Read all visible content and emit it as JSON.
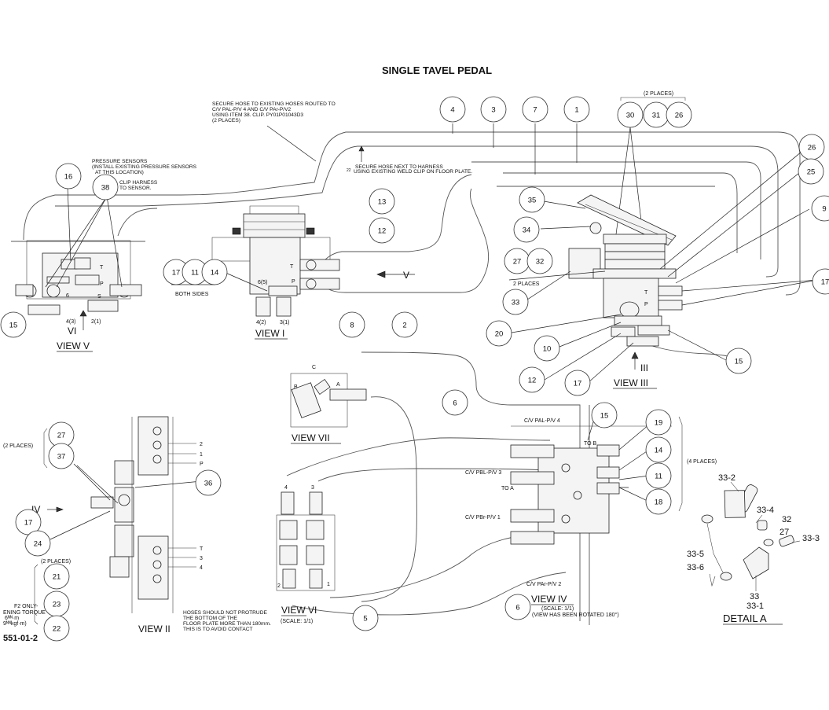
{
  "title": "SINGLE TAVEL PEDAL",
  "drawing_number": "551-01-2",
  "notes": {
    "secure_hose_1": "SECURE HOSE TO EXISTING HOSES ROUTED TO",
    "secure_hose_2": "C/V PAL-P/V 4 AND C/V PAr-P/V2",
    "secure_hose_3": "USING ITEM 38. CLIP. PY01P01043D3",
    "secure_hose_4": "(2 PLACES)",
    "pressure_1": "PRESSURE SENSORS",
    "pressure_2": "(INSTALL EXISTING PRESSURE SENSORS",
    "pressure_3": "AT THIS LOCATION)",
    "clip_1": "CLIP HARNESS",
    "clip_2": "TO SENSOR.",
    "harness_1": "SECURE HOSE NEXT TO HARNESS",
    "harness_2": "USING EXISTING WELD CLIP ON FLOOR PLATE.",
    "harness_num": "22",
    "both_sides": "BOTH SIDES",
    "two_places_top": "(2 PLACES)",
    "two_places_left": "(2 PLACES)",
    "two_places_mid": "(2 PLACES)",
    "two_places_pedal": "2 PLACES",
    "four_places": "(4 PLACES)",
    "f2_only": "F2 ONLY-",
    "torque": "ENING TORQUE",
    "torque_nm": "6ᴺᴺ·m",
    "torque_kgf": "9ᴺᴺkgf·m)",
    "hoses_1": "HOSES SHOULD NOT PROTRUDE",
    "hoses_2": "THE BOTTOM OF THE",
    "hoses_3": "FLOOR PLATE MORE THAN 180mm.",
    "hoses_4": "THIS IS TO AVOID CONTACT"
  },
  "views": {
    "v5": "VIEW V",
    "v1": "VIEW I",
    "v3": "VIEW III",
    "v7": "VIEW VII",
    "v6": "VIEW VI",
    "v6_scale": "(SCALE: 1/1)",
    "v4": "VIEW IV",
    "v4_scale": "(SCALE: 1/1)",
    "v4_rot": "(VIEW HAS BEEN ROTATED 180°)",
    "v2": "VIEW II",
    "detail": "DETAIL A"
  },
  "arrow_labels": {
    "vi": "VI",
    "v": "V",
    "iii": "III",
    "iv": "IV"
  },
  "port_labels": {
    "t": "T",
    "p": "P",
    "s": "S",
    "six": "6",
    "four3": "4(3)",
    "two1": "2(1)",
    "six5": "6(5)",
    "four2": "4(2)",
    "three1": "3(1)",
    "a": "A",
    "b": "B",
    "c": "C",
    "n4": "4",
    "n3": "3",
    "n2": "2",
    "n1": "1",
    "pal": "C/V PAL-P/V 4",
    "pbl": "C/V PBL-P/V 3",
    "pbr": "C/V PBr-P/V 1",
    "par": "C/V PAr-P/V 2",
    "to_b": "TO B",
    "to_a": "TO A",
    "v2_2": "2",
    "v2_1": "1",
    "v2_p": "P",
    "v2_t": "T",
    "v2_3": "3",
    "v2_4": "4"
  },
  "balloons": {
    "b16": "16",
    "b38": "38",
    "b15_left": "15",
    "b13": "13",
    "b12_mid": "12",
    "b17_a": "17",
    "b11_a": "11",
    "b14_a": "14",
    "b4": "4",
    "b3": "3",
    "b7": "7",
    "b1": "1",
    "b30": "30",
    "b31": "31",
    "b26_top": "26",
    "b26_right": "26",
    "b25": "25",
    "b9": "9",
    "b17_edge": "17",
    "b35": "35",
    "b34": "34",
    "b27_pedal": "27",
    "b32_pedal": "32",
    "b33": "33",
    "b20": "20",
    "b10": "10",
    "b12_right": "12",
    "b17_right": "17",
    "b15_right": "15",
    "b8": "8",
    "b2": "2",
    "b6_top": "6",
    "b6_bot": "6",
    "b5": "5",
    "b15_mid": "15",
    "b19": "19",
    "b14_b": "14",
    "b11_b": "11",
    "b18": "18",
    "b27_left": "27",
    "b37": "37",
    "b36": "36",
    "b17_left": "17",
    "b24": "24",
    "b21": "21",
    "b23": "23",
    "b22": "22"
  },
  "detail_a": {
    "p33_2": "33-2",
    "p33_4": "33-4",
    "p32": "32",
    "p27": "27",
    "p33_3": "33-3",
    "p33_5": "33-5",
    "p33_6": "33-6",
    "p33": "33",
    "p33_1": "33-1"
  }
}
